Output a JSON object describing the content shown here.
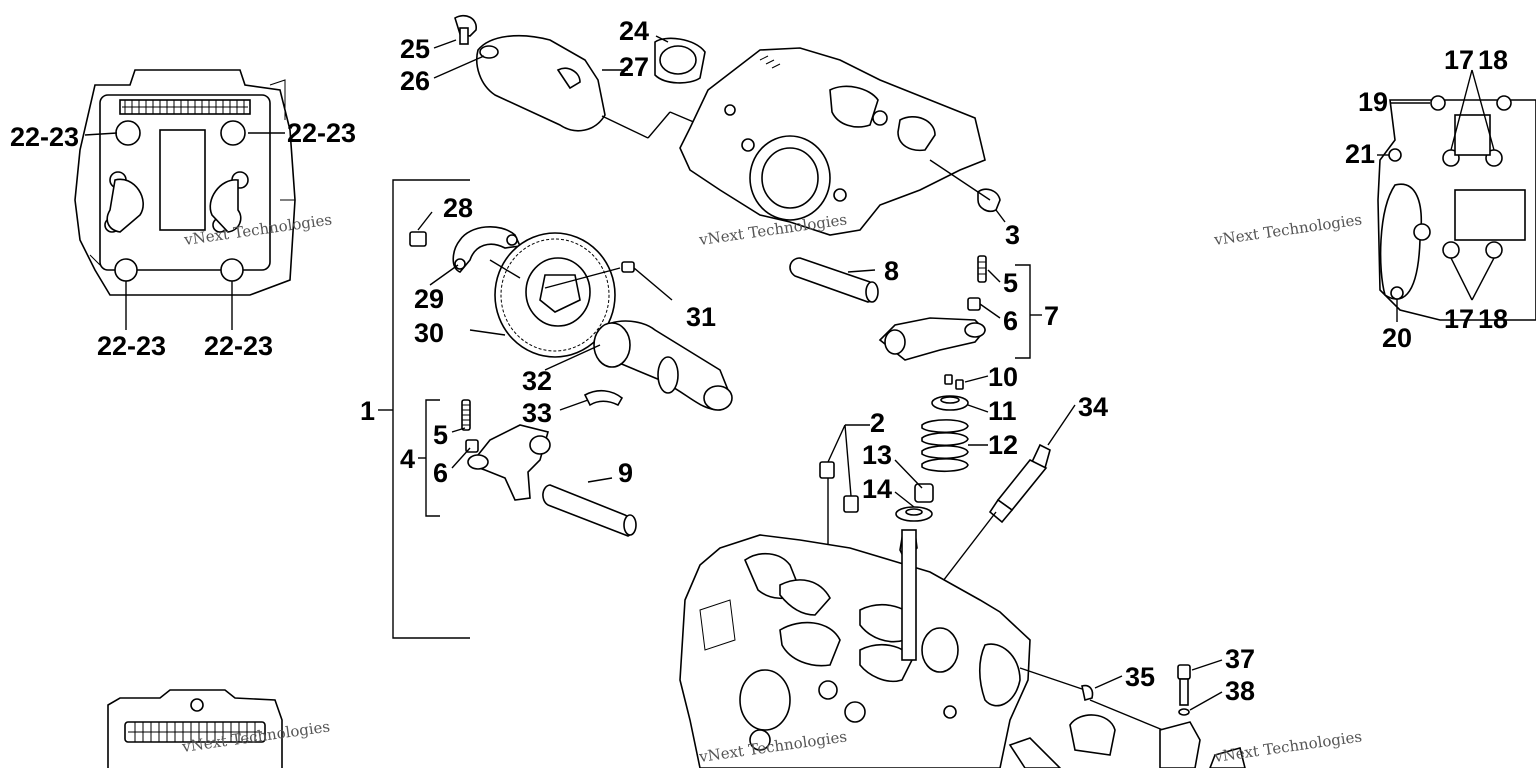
{
  "labels": {
    "l1": "1",
    "l2": "2",
    "l3": "3",
    "l4": "4",
    "l5a": "5",
    "l5b": "5",
    "l6a": "6",
    "l6b": "6",
    "l7": "7",
    "l8": "8",
    "l9": "9",
    "l10": "10",
    "l11": "11",
    "l12": "12",
    "l13": "13",
    "l14": "14",
    "l17a": "17",
    "l18a": "18",
    "l17b": "17",
    "l18b": "18",
    "l19": "19",
    "l20": "20",
    "l21": "21",
    "l2223a": "22-23",
    "l2223b": "22-23",
    "l2223c": "22-23",
    "l2223d": "22-23",
    "l24": "24",
    "l25": "25",
    "l26": "26",
    "l27": "27",
    "l28": "28",
    "l29": "29",
    "l30": "30",
    "l31": "31",
    "l32": "32",
    "l33": "33",
    "l34": "34",
    "l35": "35",
    "l37": "37",
    "l38": "38"
  },
  "watermark": {
    "company": "vNext Technologies"
  }
}
